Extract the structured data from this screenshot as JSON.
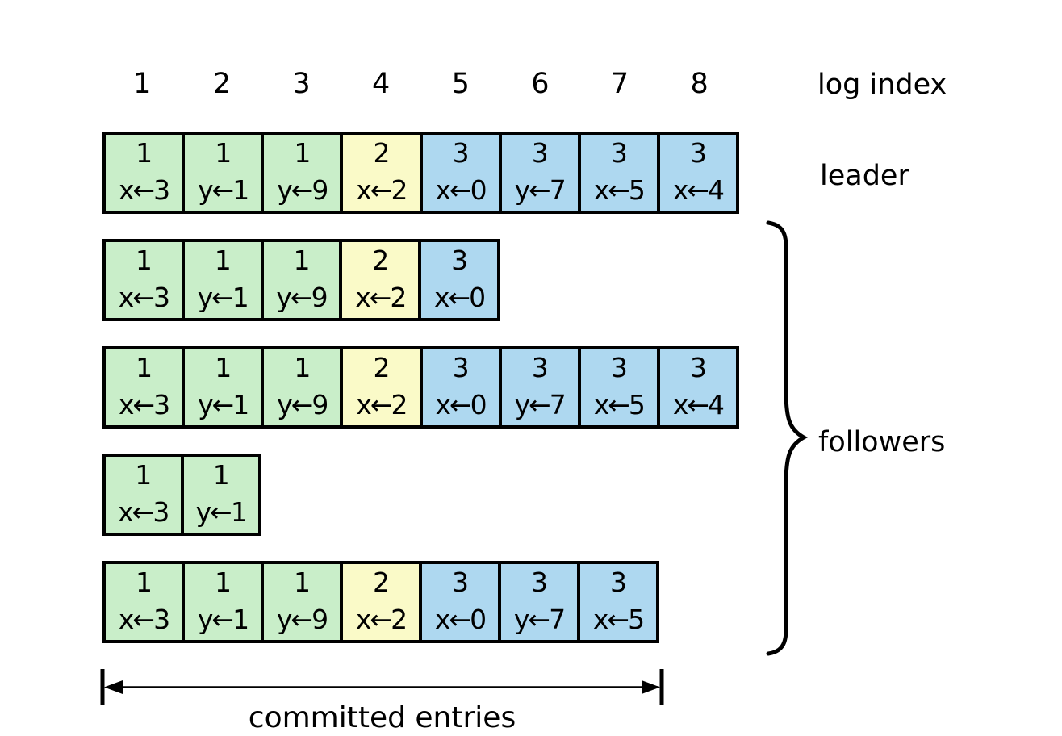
{
  "colors": {
    "term1": "#c9eec9",
    "term2": "#fafac8",
    "term3": "#aed8f0",
    "stroke": "#000000"
  },
  "header": {
    "label": "log index",
    "indices": [
      "1",
      "2",
      "3",
      "4",
      "5",
      "6",
      "7",
      "8"
    ]
  },
  "labels": {
    "leader": "leader",
    "followers": "followers",
    "committed": "committed entries"
  },
  "logs": [
    {
      "role": "leader",
      "entries": [
        {
          "term": "1",
          "cmd": "x←3"
        },
        {
          "term": "1",
          "cmd": "y←1"
        },
        {
          "term": "1",
          "cmd": "y←9"
        },
        {
          "term": "2",
          "cmd": "x←2"
        },
        {
          "term": "3",
          "cmd": "x←0"
        },
        {
          "term": "3",
          "cmd": "y←7"
        },
        {
          "term": "3",
          "cmd": "x←5"
        },
        {
          "term": "3",
          "cmd": "x←4"
        }
      ]
    },
    {
      "role": "follower-1",
      "entries": [
        {
          "term": "1",
          "cmd": "x←3"
        },
        {
          "term": "1",
          "cmd": "y←1"
        },
        {
          "term": "1",
          "cmd": "y←9"
        },
        {
          "term": "2",
          "cmd": "x←2"
        },
        {
          "term": "3",
          "cmd": "x←0"
        }
      ]
    },
    {
      "role": "follower-2",
      "entries": [
        {
          "term": "1",
          "cmd": "x←3"
        },
        {
          "term": "1",
          "cmd": "y←1"
        },
        {
          "term": "1",
          "cmd": "y←9"
        },
        {
          "term": "2",
          "cmd": "x←2"
        },
        {
          "term": "3",
          "cmd": "x←0"
        },
        {
          "term": "3",
          "cmd": "y←7"
        },
        {
          "term": "3",
          "cmd": "x←5"
        },
        {
          "term": "3",
          "cmd": "x←4"
        }
      ]
    },
    {
      "role": "follower-3",
      "entries": [
        {
          "term": "1",
          "cmd": "x←3"
        },
        {
          "term": "1",
          "cmd": "y←1"
        }
      ]
    },
    {
      "role": "follower-4",
      "entries": [
        {
          "term": "1",
          "cmd": "x←3"
        },
        {
          "term": "1",
          "cmd": "y←1"
        },
        {
          "term": "1",
          "cmd": "y←9"
        },
        {
          "term": "2",
          "cmd": "x←2"
        },
        {
          "term": "3",
          "cmd": "x←0"
        },
        {
          "term": "3",
          "cmd": "y←7"
        },
        {
          "term": "3",
          "cmd": "x←5"
        }
      ]
    }
  ]
}
